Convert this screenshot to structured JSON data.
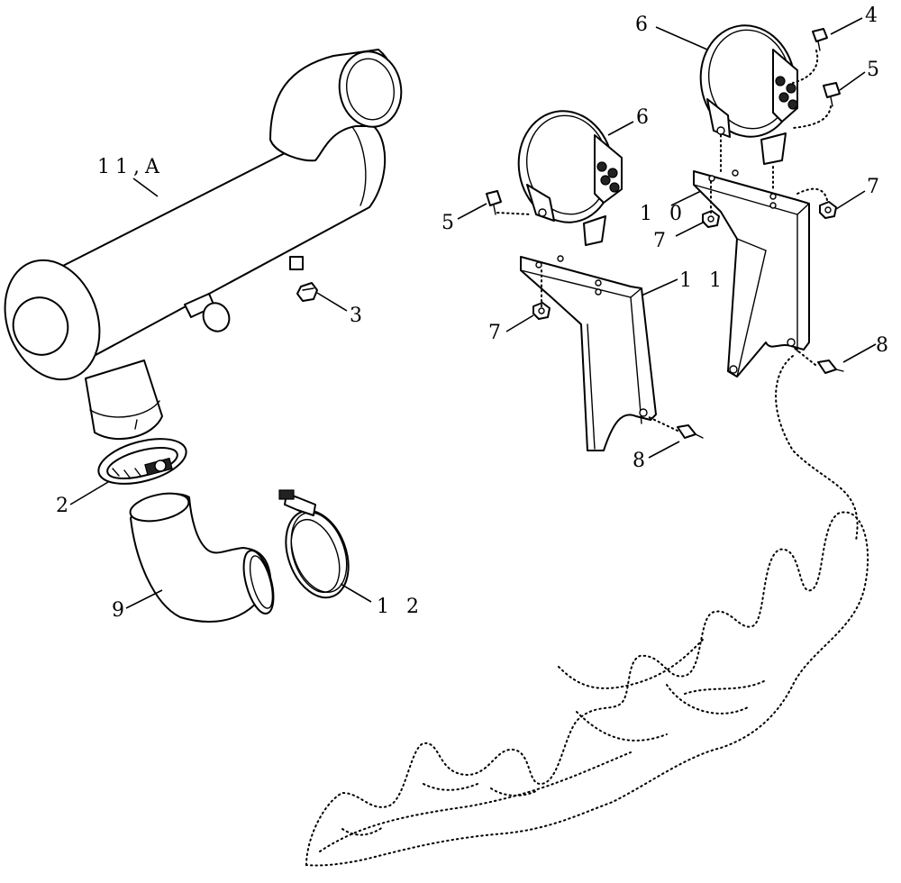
{
  "diagram": {
    "callouts": [
      {
        "id": "c-11a",
        "text": "11,A"
      },
      {
        "id": "c-3",
        "text": "3"
      },
      {
        "id": "c-2",
        "text": "2"
      },
      {
        "id": "c-9",
        "text": "9"
      },
      {
        "id": "c-12",
        "text": "1 2"
      },
      {
        "id": "c-6a",
        "text": "6"
      },
      {
        "id": "c-6b",
        "text": "6"
      },
      {
        "id": "c-4",
        "text": "4"
      },
      {
        "id": "c-5a",
        "text": "5"
      },
      {
        "id": "c-5b",
        "text": "5"
      },
      {
        "id": "c-7a",
        "text": "7"
      },
      {
        "id": "c-7b",
        "text": "7"
      },
      {
        "id": "c-7c",
        "text": "7"
      },
      {
        "id": "c-10",
        "text": "1 0"
      },
      {
        "id": "c-11",
        "text": "1 1"
      },
      {
        "id": "c-8a",
        "text": "8"
      },
      {
        "id": "c-8b",
        "text": "8"
      }
    ]
  }
}
